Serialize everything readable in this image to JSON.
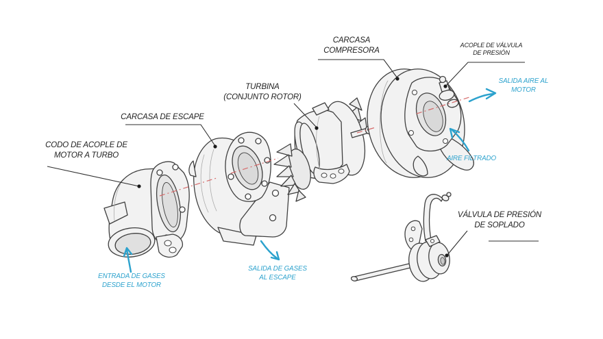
{
  "diagram_title": "Turbocharger exploded-view diagram (Spanish labels)",
  "colors": {
    "accent_cyan": "#2ca2cd",
    "centerline_red": "#d56a6a",
    "outline_ink": "#3f3f3f",
    "label_ink": "#1e1e1e",
    "part_fill": "#f2f2f2",
    "opening_fill": "#e2e2e2"
  },
  "part_labels": {
    "elbow": {
      "line1": "CODO DE ACOPLE DE",
      "line2": "MOTOR A TURBO"
    },
    "exhaust_housing": {
      "line1": "CARCASA DE ESCAPE"
    },
    "turbine": {
      "line1": "TURBINA",
      "line2": "(CONJUNTO ROTOR)"
    },
    "compressor_housing": {
      "line1": "CARCASA",
      "line2": "COMPRESORA"
    },
    "valve_coupling": {
      "line1": "ACOPLE DE VÁLVULA",
      "line2": "DE PRESIÓN"
    },
    "blowoff_valve": {
      "line1": "VÁLVULA DE PRESIÓN",
      "line2": "DE SOPLADO"
    }
  },
  "flow_labels": {
    "air_out": {
      "line1": "SALIDA AIRE AL",
      "line2": "MOTOR"
    },
    "filtered_air": {
      "line1": "AIRE FILTRADO"
    },
    "gas_in": {
      "line1": "ENTRADA DE GASES",
      "line2": "DESDE EL MOTOR"
    },
    "gas_out": {
      "line1": "SALIDA DE GASES",
      "line2": "AL ESCAPE"
    }
  }
}
